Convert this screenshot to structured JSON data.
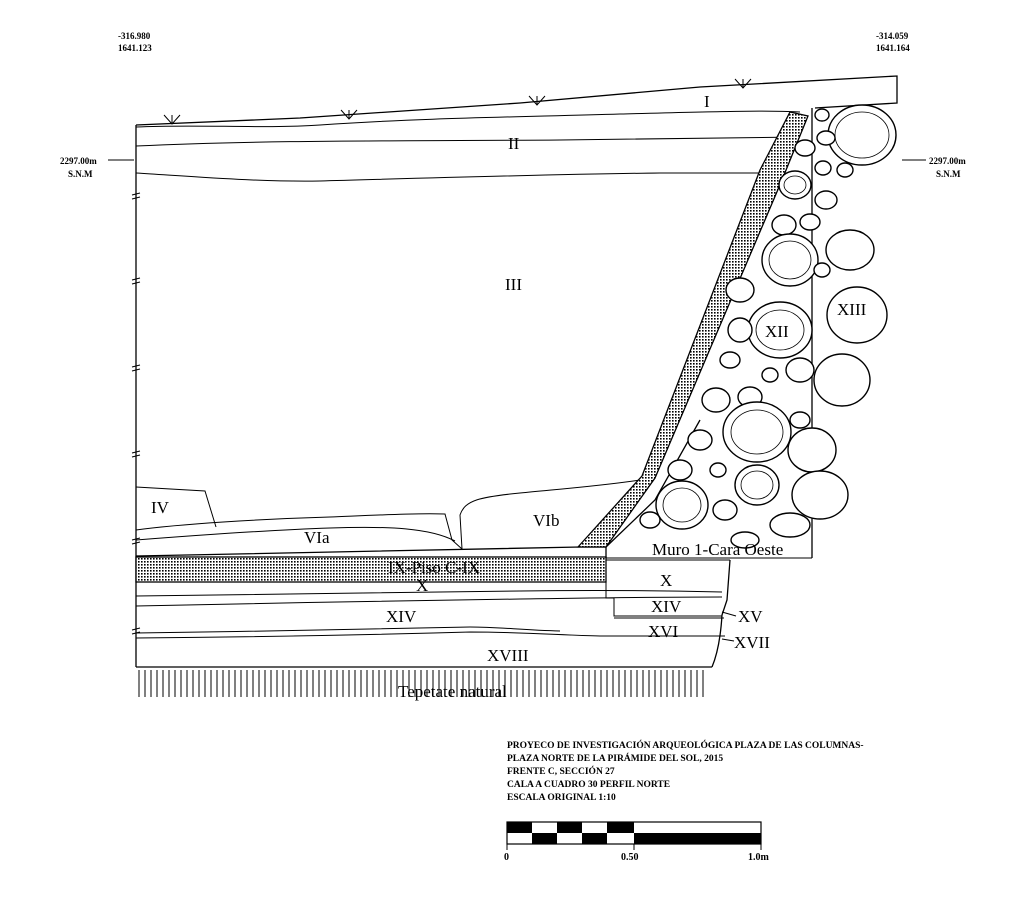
{
  "coordinates": {
    "top_left": {
      "line1": "-316.980",
      "line2": "1641.123"
    },
    "top_right": {
      "line1": "-314.059",
      "line2": "1641.164"
    }
  },
  "elevation": {
    "left": {
      "value": "2297.00m",
      "ref": "S.N.M"
    },
    "right": {
      "value": "2297.00m",
      "ref": "S.N.M"
    }
  },
  "layers": {
    "I": "I",
    "II": "II",
    "III": "III",
    "IV": "IV",
    "VIa": "VIa",
    "VIb": "VIb",
    "IX": "IX-Piso C-IX",
    "X_left": "X",
    "X_right": "X",
    "XII": "XII",
    "XIII": "XIII",
    "XIV_left": "XIV",
    "XIV_right": "XIV",
    "XV": "XV",
    "XVI": "XVI",
    "XVII": "XVII",
    "XVIII": "XVIII",
    "muro": "Muro 1-Cara Oeste",
    "tepetate": "Tepetate natural"
  },
  "info": {
    "line1": "PROYECO DE INVESTIGACIÓN ARQUEOLÓGICA PLAZA DE LAS COLUMNAS-",
    "line2": "PLAZA NORTE DE LA PIRÁMIDE DEL SOL, 2015",
    "line3": "FRENTE C, SECCIÓN 27",
    "line4": "CALA A CUADRO 30 PERFIL NORTE",
    "line5": "ESCALA ORIGINAL 1:10"
  },
  "scale": {
    "start": "0",
    "mid": "0.50",
    "end": "1.0m"
  }
}
